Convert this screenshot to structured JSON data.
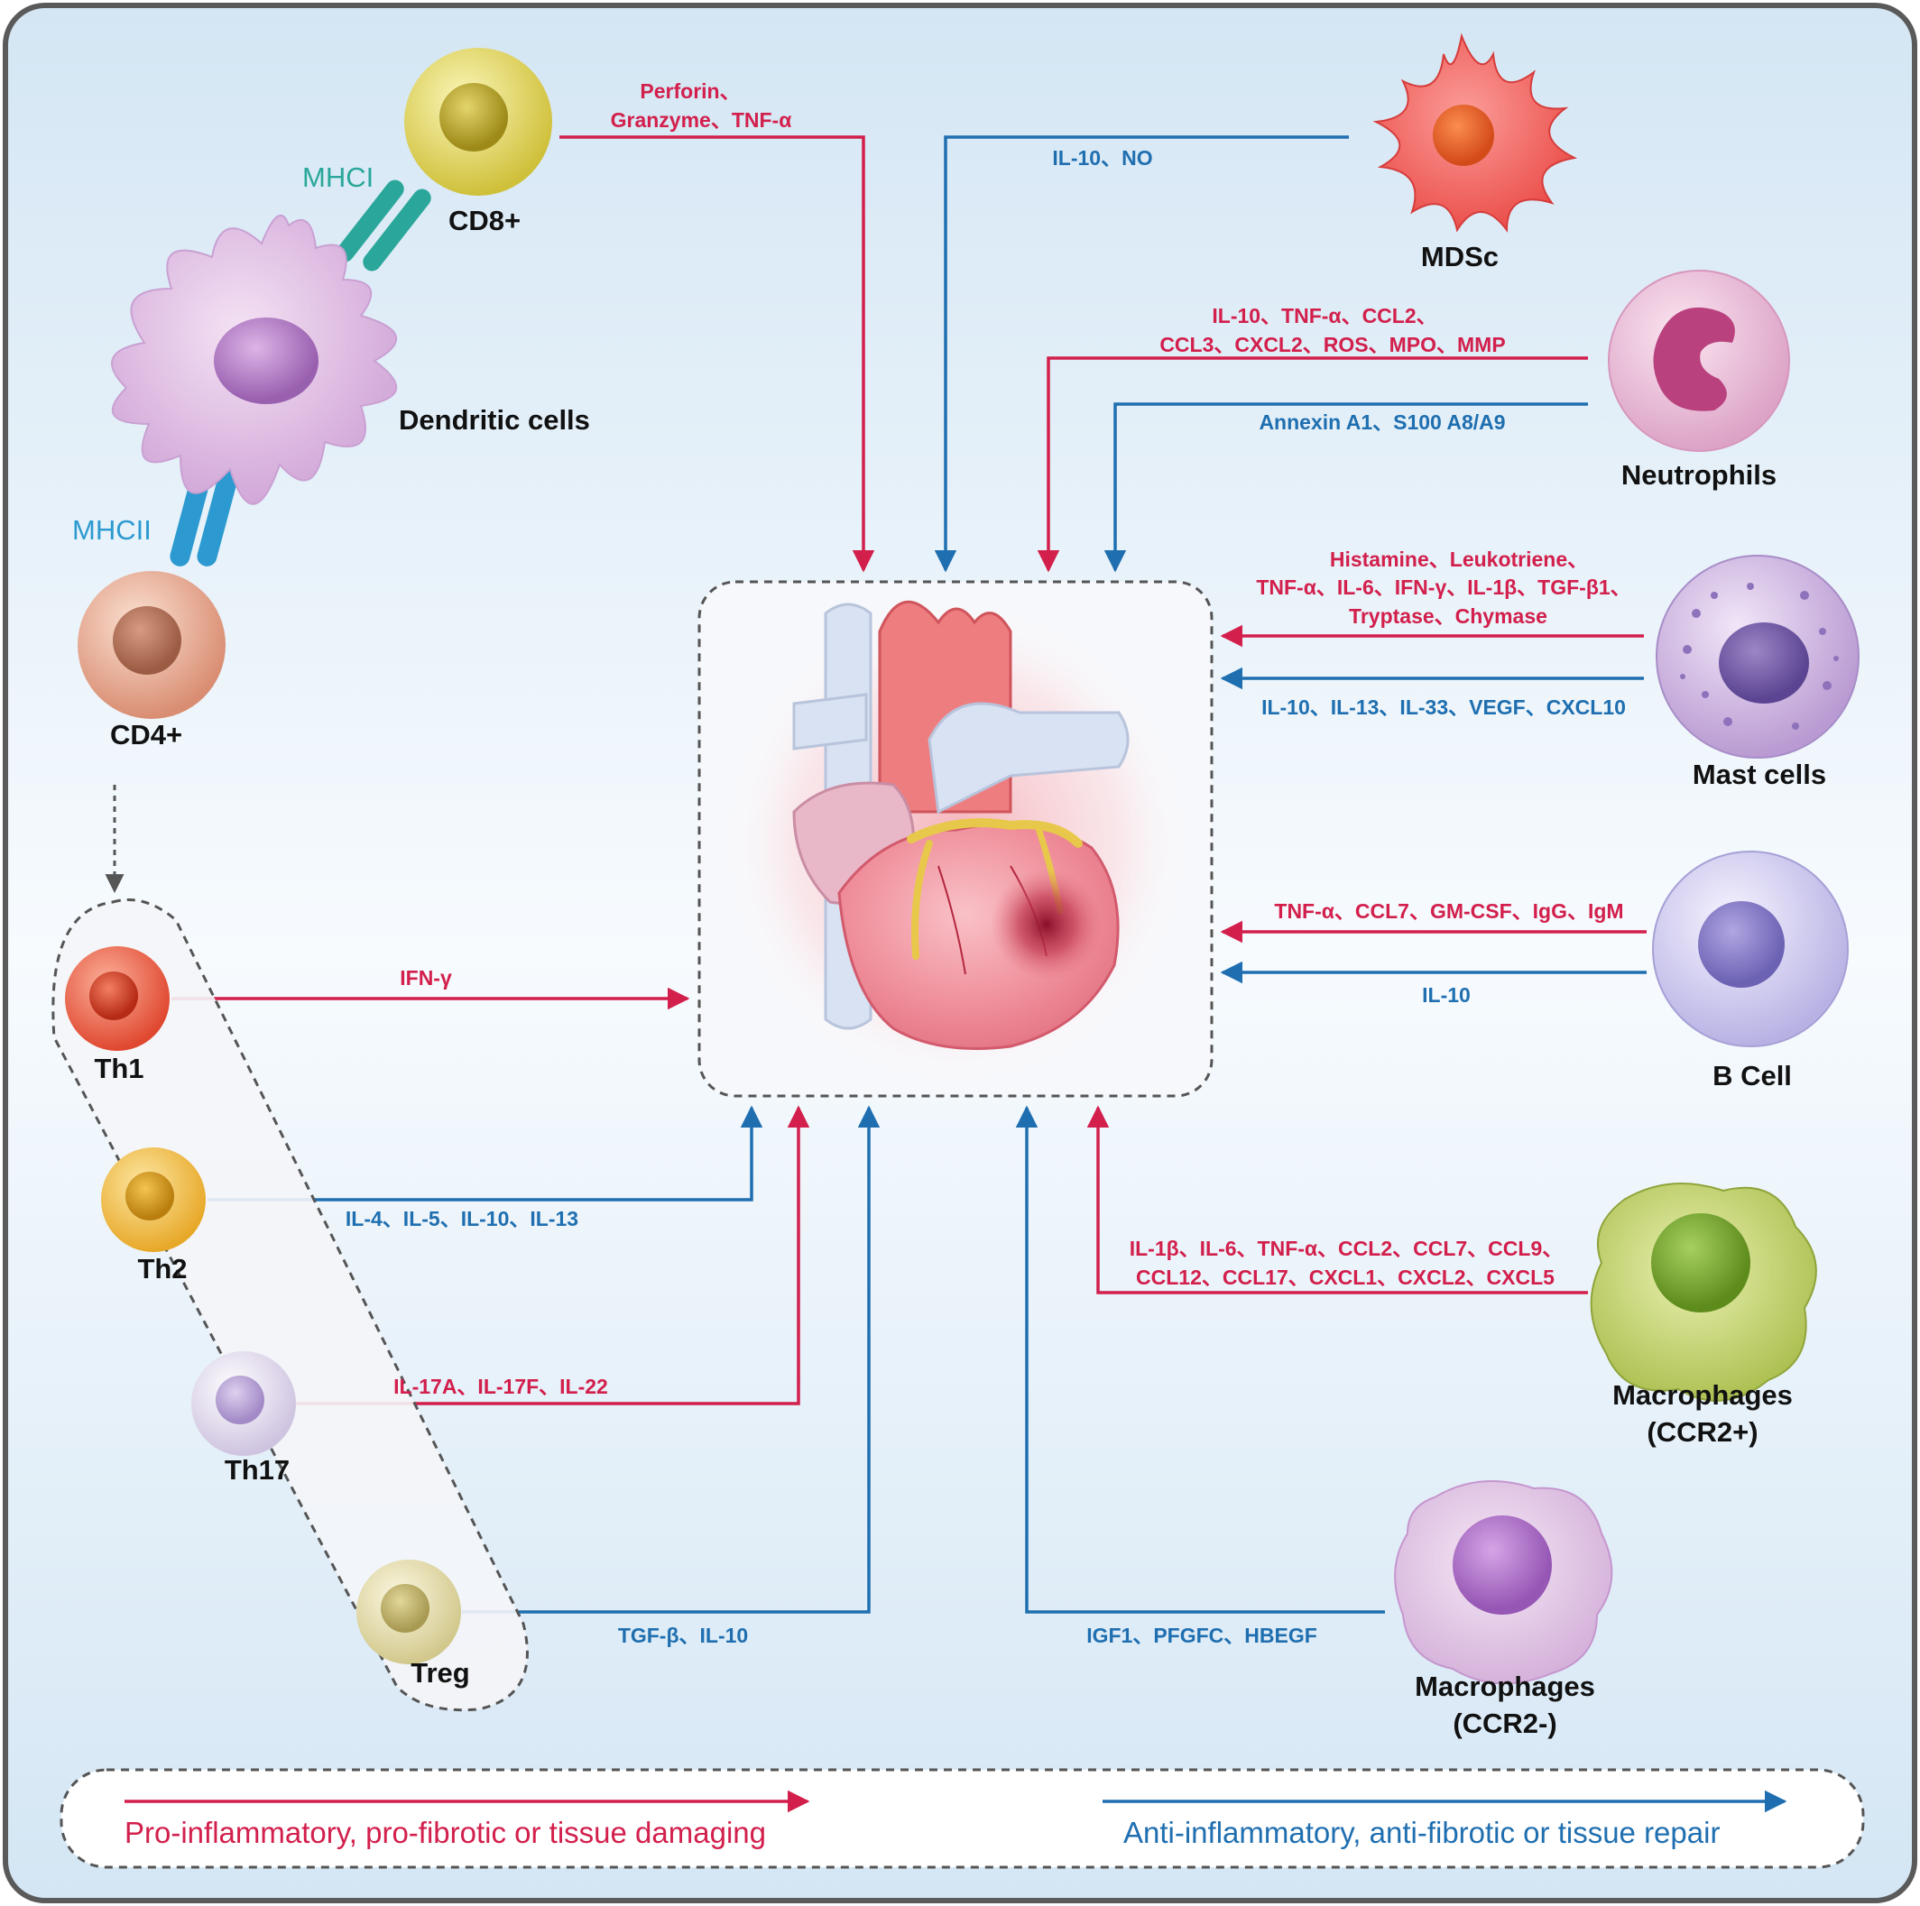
{
  "colors": {
    "pro": "#d21f4c",
    "anti": "#1f6fb0",
    "mhc1": "#2aa79a",
    "mhc2": "#2c9ad0"
  },
  "cells": {
    "cd8": "CD8+",
    "dendritic": "Dendritic cells",
    "cd4": "CD4+",
    "mhc1": "MHCI",
    "mhc2": "MHCII",
    "th1": "Th1",
    "th2": "Th2",
    "th17": "Th17",
    "treg": "Treg",
    "mdsc": "MDSc",
    "neutrophils": "Neutrophils",
    "mast": "Mast cells",
    "bcell": "B Cell",
    "mac_pos_1": "Macrophages",
    "mac_pos_2": "(CCR2+)",
    "mac_neg_1": "Macrophages",
    "mac_neg_2": "(CCR2-)"
  },
  "mediators": {
    "cd8_1": "Perforin、",
    "cd8_2": "Granzyme、TNF-α",
    "mdsc": "IL-10、NO",
    "neut_pro_1": "IL-10、TNF-α、CCL2、",
    "neut_pro_2": "CCL3、CXCL2、ROS、MPO、MMP",
    "neut_anti": "Annexin A1、S100 A8/A9",
    "mast_pro_1": "Histamine、Leukotriene、",
    "mast_pro_2": "TNF-α、IL-6、IFN-γ、IL-1β、TGF-β1、",
    "mast_pro_3": "Tryptase、Chymase",
    "mast_anti": "IL-10、IL-13、IL-33、VEGF、CXCL10",
    "b_pro": "TNF-α、CCL7、GM-CSF、IgG、IgM",
    "b_anti": "IL-10",
    "th1": "IFN-γ",
    "th2": "IL-4、IL-5、IL-10、IL-13",
    "th17": "IL-17A、IL-17F、IL-22",
    "treg": "TGF-β、IL-10",
    "mac_pos_1": "IL-1β、IL-6、TNF-α、CCL2、CCL7、CCL9、",
    "mac_pos_2": "CCL12、CCL17、CXCL1、CXCL2、CXCL5",
    "mac_neg": "IGF1、PFGFC、HBEGF"
  },
  "legend": {
    "pro": "Pro-inflammatory, pro-fibrotic or tissue damaging",
    "anti": "Anti-inflammatory, anti-fibrotic or tissue repair"
  }
}
